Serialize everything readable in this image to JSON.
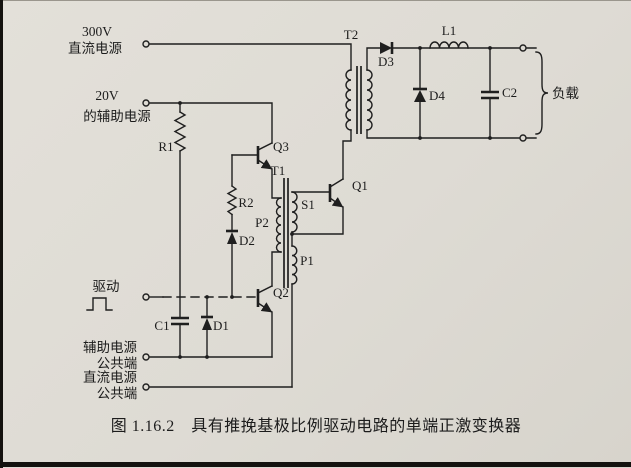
{
  "colors": {
    "paper": "#dedbd4",
    "ink": "#1f1f1f"
  },
  "terminals": {
    "v300": {
      "line1": "300V",
      "line2": "直流电源"
    },
    "v20": {
      "line1": "20V",
      "line2": "的辅助电源"
    },
    "drive": {
      "label": "驱动"
    },
    "aux_common": {
      "line1": "辅助电源",
      "line2": "公共端"
    },
    "dc_common": {
      "line1": "直流电源",
      "line2": "公共端"
    }
  },
  "components": {
    "r1": "R1",
    "r2": "R2",
    "c1": "C1",
    "c2": "C2",
    "d1": "D1",
    "d2": "D2",
    "d3": "D3",
    "d4": "D4",
    "q1": "Q1",
    "q2": "Q2",
    "q3": "Q3",
    "t1": "T1",
    "t2": "T2",
    "s1": "S1",
    "p1": "P1",
    "p2": "P2",
    "l1": "L1",
    "load": "负载"
  },
  "caption": "图 1.16.2　具有推挽基极比例驱动电路的单端正激变换器"
}
